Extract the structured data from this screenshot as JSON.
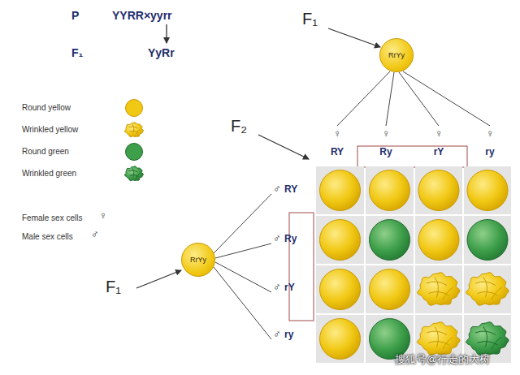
{
  "diagram": {
    "nodes": [
      {
        "text": [
          "RrYy"
        ]
      },
      {
        "text": [
          "RrYy"
        ]
      }
    ],
    "labels": [
      "P",
      "YYRR×yyrr",
      "F₁",
      "YyRr",
      "Female sex cells",
      "♀",
      "Male sex cells",
      "♂",
      "F₁",
      "F₂",
      "♀",
      "RY",
      "♀",
      "Ry",
      "♀",
      "rY",
      "♀",
      "ry",
      "♂",
      "RY",
      "♂",
      "Ry",
      "♂",
      "rY",
      "♂",
      "ry",
      "F₁",
      "搜狐号@行走的大树"
    ],
    "legend": [
      {
        "text": "Round yellow",
        "color": "#f1c814"
      },
      {
        "text": "Wrinkled yellow"
      },
      {
        "text": "Round green",
        "color": "#3e9f4a"
      },
      {
        "text": "Wrinkled green"
      }
    ]
  }
}
